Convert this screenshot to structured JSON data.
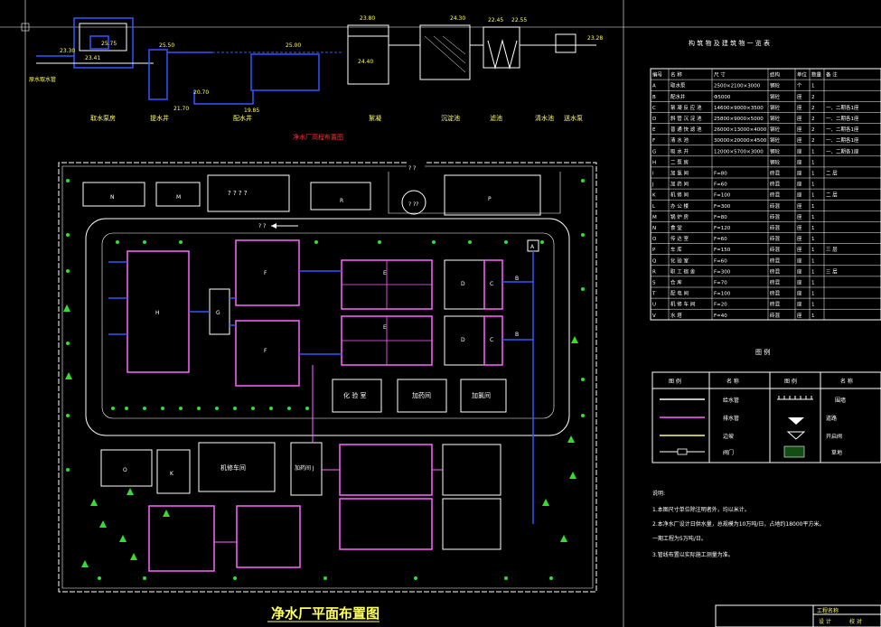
{
  "title": "净水厂平面布置图",
  "subtitle": "",
  "process_section": {
    "heading": "净水厂高程布置图",
    "units": [
      {
        "key": "intake",
        "label": "取水泵房"
      },
      {
        "key": "pump",
        "label": "提水井"
      },
      {
        "key": "mixing",
        "label": "配水井"
      },
      {
        "key": "floc",
        "label": "絮凝"
      },
      {
        "key": "sediment",
        "label": "沉淀池"
      },
      {
        "key": "filter",
        "label": "滤池"
      },
      {
        "key": "clear",
        "label": "清水池"
      },
      {
        "key": "supply",
        "label": "送水泵"
      }
    ],
    "source_label": "原水取水管",
    "elevations": [
      "23.30",
      "23.41",
      "25.75",
      "25.50",
      "25.00",
      "23.80",
      "24.40",
      "24.30",
      "20.70",
      "22.45",
      "22.55",
      "23.28",
      "21.70",
      "19.85"
    ]
  },
  "site": {
    "gate_labels": [
      "? ?",
      "? ?"
    ],
    "circle_label": "? ??",
    "buildings": [
      {
        "id": "N",
        "label": "N"
      },
      {
        "id": "M",
        "label": "M"
      },
      {
        "id": "T",
        "label": "? ? ? ?"
      },
      {
        "id": "R",
        "label": "R"
      },
      {
        "id": "P",
        "label": "P"
      },
      {
        "id": "A",
        "label": "A"
      },
      {
        "id": "H",
        "label": "H"
      },
      {
        "id": "G",
        "label": "G"
      },
      {
        "id": "F1",
        "label": "F"
      },
      {
        "id": "F2",
        "label": "F"
      },
      {
        "id": "E1",
        "label": "E"
      },
      {
        "id": "E2",
        "label": "E"
      },
      {
        "id": "D1",
        "label": "D"
      },
      {
        "id": "D2",
        "label": "D"
      },
      {
        "id": "C1",
        "label": "C"
      },
      {
        "id": "C2",
        "label": "C"
      },
      {
        "id": "B1",
        "label": "B"
      },
      {
        "id": "B2",
        "label": "B"
      },
      {
        "id": "Q",
        "label": "化 验 室"
      },
      {
        "id": "L",
        "label": "加药间"
      },
      {
        "id": "I",
        "label": "加氯间"
      },
      {
        "id": "O",
        "label": "O"
      },
      {
        "id": "K",
        "label": "K"
      },
      {
        "id": "U",
        "label": "机修车间"
      },
      {
        "id": "J",
        "label": "加药间 J"
      }
    ]
  },
  "table": {
    "title": "构 筑 物 及 建 筑 物 一 览 表",
    "headers": [
      "编号",
      "名 称",
      "尺 寸",
      "结构",
      "单位",
      "数量",
      "备 注"
    ],
    "rows": [
      [
        "A",
        "取水泵",
        "2500×2100×3000",
        "钢砼",
        "个",
        "1",
        ""
      ],
      [
        "B",
        "配水井",
        "Φ5000",
        "钢砼",
        "座",
        "2",
        ""
      ],
      [
        "C",
        "絮 凝 反 应 池",
        "14600×9000×3500",
        "钢砼",
        "座",
        "2",
        "一、二期各1座"
      ],
      [
        "D",
        "斜 管 沉 淀 池",
        "25800×9000×5000",
        "钢砼",
        "座",
        "2",
        "一、二期各1座"
      ],
      [
        "E",
        "普 通 快 滤 池",
        "26000×13000×4000",
        "钢砼",
        "座",
        "2",
        "一、二期各1座"
      ],
      [
        "F",
        "清 水 池",
        "30000×20000×4500",
        "钢砼",
        "座",
        "2",
        "一、二期各1座"
      ],
      [
        "G",
        "吸 水 井",
        "12000×5700×3000",
        "钢砼",
        "座",
        "1",
        "一、二期各1座"
      ],
      [
        "H",
        "二 泵 房",
        "",
        "钢砼",
        "座",
        "1",
        ""
      ],
      [
        "I",
        "加 氯 间",
        "F=80",
        "砖混",
        "座",
        "1",
        "二 层"
      ],
      [
        "J",
        "加 药 间",
        "F=60",
        "砖混",
        "座",
        "1",
        ""
      ],
      [
        "K",
        "机 修 间",
        "F=100",
        "砖混",
        "座",
        "1",
        "二 层"
      ],
      [
        "L",
        "办 公 楼",
        "F=300",
        "砖混",
        "座",
        "1",
        ""
      ],
      [
        "M",
        "锅 炉 房",
        "F=80",
        "砖混",
        "座",
        "1",
        ""
      ],
      [
        "N",
        "食 堂",
        "F=120",
        "砖混",
        "座",
        "1",
        ""
      ],
      [
        "O",
        "传 达 室",
        "F=60",
        "砖混",
        "座",
        "1",
        ""
      ],
      [
        "P",
        "车 库",
        "F=150",
        "砖混",
        "座",
        "1",
        "三 层"
      ],
      [
        "Q",
        "化 验 室",
        "F=60",
        "砖混",
        "座",
        "1",
        ""
      ],
      [
        "R",
        "职 工 宿 舍",
        "F=300",
        "砖混",
        "座",
        "1",
        "三 层"
      ],
      [
        "S",
        "仓 库",
        "F=70",
        "砖混",
        "座",
        "1",
        ""
      ],
      [
        "T",
        "配 电 间",
        "F=100",
        "砖混",
        "座",
        "1",
        ""
      ],
      [
        "U",
        "机 修 车 间",
        "F=20",
        "砖混",
        "座",
        "1",
        ""
      ],
      [
        "V",
        "水 塔",
        "F=40",
        "砖混",
        "座",
        "1",
        ""
      ]
    ]
  },
  "legend": {
    "title": "图 例",
    "headers": [
      "图 例",
      "名 称",
      "图 例",
      "名 称"
    ],
    "items": [
      {
        "left": "给水管",
        "right": "围墙"
      },
      {
        "left": "排水管",
        "right": "道路"
      },
      {
        "left": "边坡",
        "right": "开启阀"
      },
      {
        "left": "阀门",
        "right": "草地"
      }
    ]
  },
  "notes": {
    "heading": "说明:",
    "lines": [
      "1.本图尺寸单位除注明者外，均以米计。",
      "2.本净水厂设计日供水量，总规模为10万吨/日，占地约18000平方米。",
      "   一期工程为5万吨/日。",
      "3.管线布置以实际施工测量为准。"
    ]
  },
  "titleblock": {
    "project_label": "工程名称",
    "design_label": "设 计",
    "check_label": "校 对"
  },
  "colors": {
    "background": "#000000",
    "line": "#ffffff",
    "pipe": "#3355ff",
    "structure": "#ff66ff",
    "title": "#ffff66",
    "heading": "#ff3333",
    "tree": "#33dd33"
  }
}
